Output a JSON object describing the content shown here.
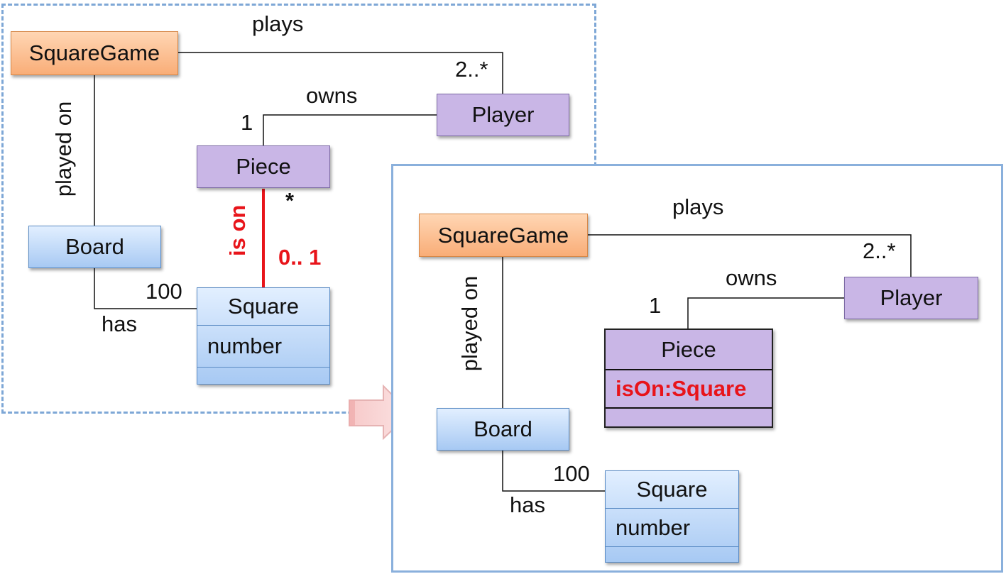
{
  "left_diagram": {
    "classes": {
      "squaregame": "SquareGame",
      "player": "Player",
      "piece": "Piece",
      "board": "Board",
      "square": "Square",
      "square_attr": "number"
    },
    "labels": {
      "plays": "plays",
      "plays_mult": "2..*",
      "owns": "owns",
      "owns_mult": "1",
      "played_on": "played on",
      "is_on": "is on",
      "is_on_piece_mult": "*",
      "is_on_square_mult": "0.. 1",
      "has": "has",
      "has_mult": "100"
    }
  },
  "right_diagram": {
    "classes": {
      "squaregame": "SquareGame",
      "player": "Player",
      "piece": "Piece",
      "piece_attr": "isOn:Square",
      "board": "Board",
      "square": "Square",
      "square_attr": "number"
    },
    "labels": {
      "plays": "plays",
      "plays_mult": "2..*",
      "owns": "owns",
      "owns_mult": "1",
      "played_on": "played on",
      "has": "has",
      "has_mult": "100"
    }
  },
  "colors": {
    "highlight": "#e8141a",
    "squaregame_fill": "#f9ad77",
    "entity_fill": "#c9b6e6",
    "value_fill": "#a7c9f3"
  }
}
